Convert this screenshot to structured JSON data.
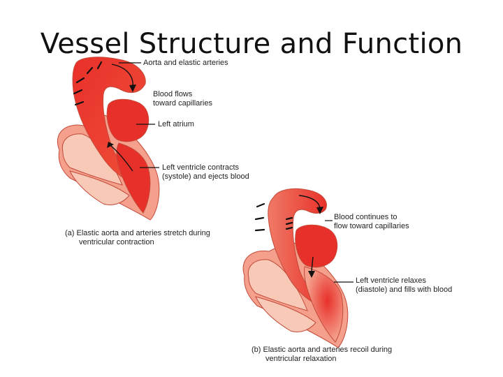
{
  "slide": {
    "title": "Vessel Structure and Function"
  },
  "panel_a": {
    "labels": {
      "aorta": "Aorta and elastic arteries",
      "blood_flow_line1": "Blood flows",
      "blood_flow_line2": "toward capillaries",
      "left_atrium": "Left atrium",
      "ventricle_line1": "Left ventricle contracts",
      "ventricle_line2": "(systole) and ejects blood"
    },
    "caption_line1": "(a) Elastic aorta and arteries stretch during",
    "caption_line2": "ventricular contraction"
  },
  "panel_b": {
    "labels": {
      "blood_continues_line1": "Blood continues to",
      "blood_continues_line2": "flow toward capillaries",
      "ventricle_line1": "Left ventricle relaxes",
      "ventricle_line2": "(diastole) and fills with blood"
    },
    "caption_line1": "(b) Elastic aorta and arteries recoil during",
    "caption_line2": "ventricular relaxation"
  },
  "colors": {
    "artery_red": "#e8302a",
    "heart_pink": "#f4a08c",
    "heart_light": "#f9c9b8",
    "outline": "#c44a3a"
  }
}
